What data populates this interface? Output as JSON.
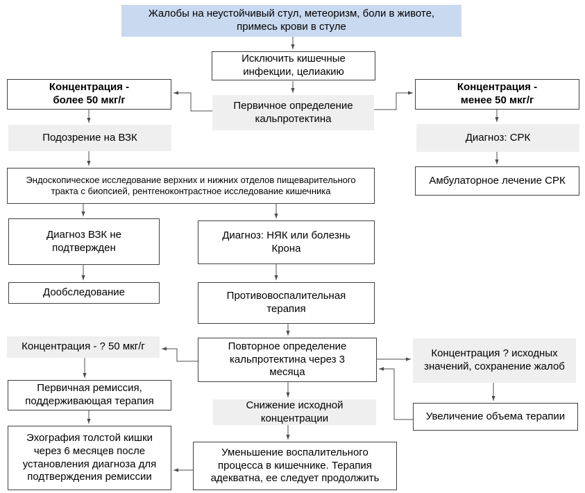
{
  "colors": {
    "complaint_fill": "#c9d9f0",
    "gray_fill": "#efefef",
    "box_border": "#3f3f3f",
    "line": "#4d4d4d"
  },
  "nodes": {
    "complaints": {
      "label": "Жалобы на неустойчивый стул, метеоризм, боли в животе,\nпримесь крови в стуле"
    },
    "exclude": {
      "label": "Исключить кишечные\nинфекции, целиакию"
    },
    "conc_more": {
      "label": "Концентрация -\nболее 50 мкг/г"
    },
    "primary": {
      "label": "Первичное определение\nкальпротектина"
    },
    "conc_less": {
      "label": "Концентрация -\nменее 50 мкг/г"
    },
    "suspicion": {
      "label": "Подозрение на ВЗК"
    },
    "srk": {
      "label": "Диагноз: СРК"
    },
    "endoscopy": {
      "label": "Эндоскопическое исследование верхних и нижних отделов пищеварительного\nтракта с биопсией, рентгеноконтрастное исследование кишечника"
    },
    "ambulatory": {
      "label": "Амбулаторное лечение СРК"
    },
    "not_confirmed": {
      "label": "Диагноз ВЗК не\nподтвержден"
    },
    "nyak": {
      "label": "Диагноз: НЯК или болезнь\nКрона"
    },
    "followup": {
      "label": "Дообследование"
    },
    "anti_inflammatory": {
      "label": "Противовоспалительная\nтерапия"
    },
    "conc_q50": {
      "label": "Концентрация - ? 50 мкг/г"
    },
    "repeat": {
      "label": "Повторное определение\nкальпротектина через 3\nмесяца"
    },
    "conc_q_initial": {
      "label": "Концентрация ? исходных\nзначений, сохранение жалоб"
    },
    "remission": {
      "label": "Первичная ремиссия,\nподдерживающая терапия"
    },
    "decrease": {
      "label": "Снижение исходной\nконцентрации"
    },
    "increase_therapy": {
      "label": "Увеличение объема терапии"
    },
    "echography": {
      "label": "Эхография толстой кишки\nчерез 6 месяцев после\nустановления диагноза для\nподтверждения ремиссии"
    },
    "reduction": {
      "label": "Уменьшение воспалительного\nпроцесса в кишечнике. Терапия\nадекватна, ее следует продолжить"
    }
  }
}
